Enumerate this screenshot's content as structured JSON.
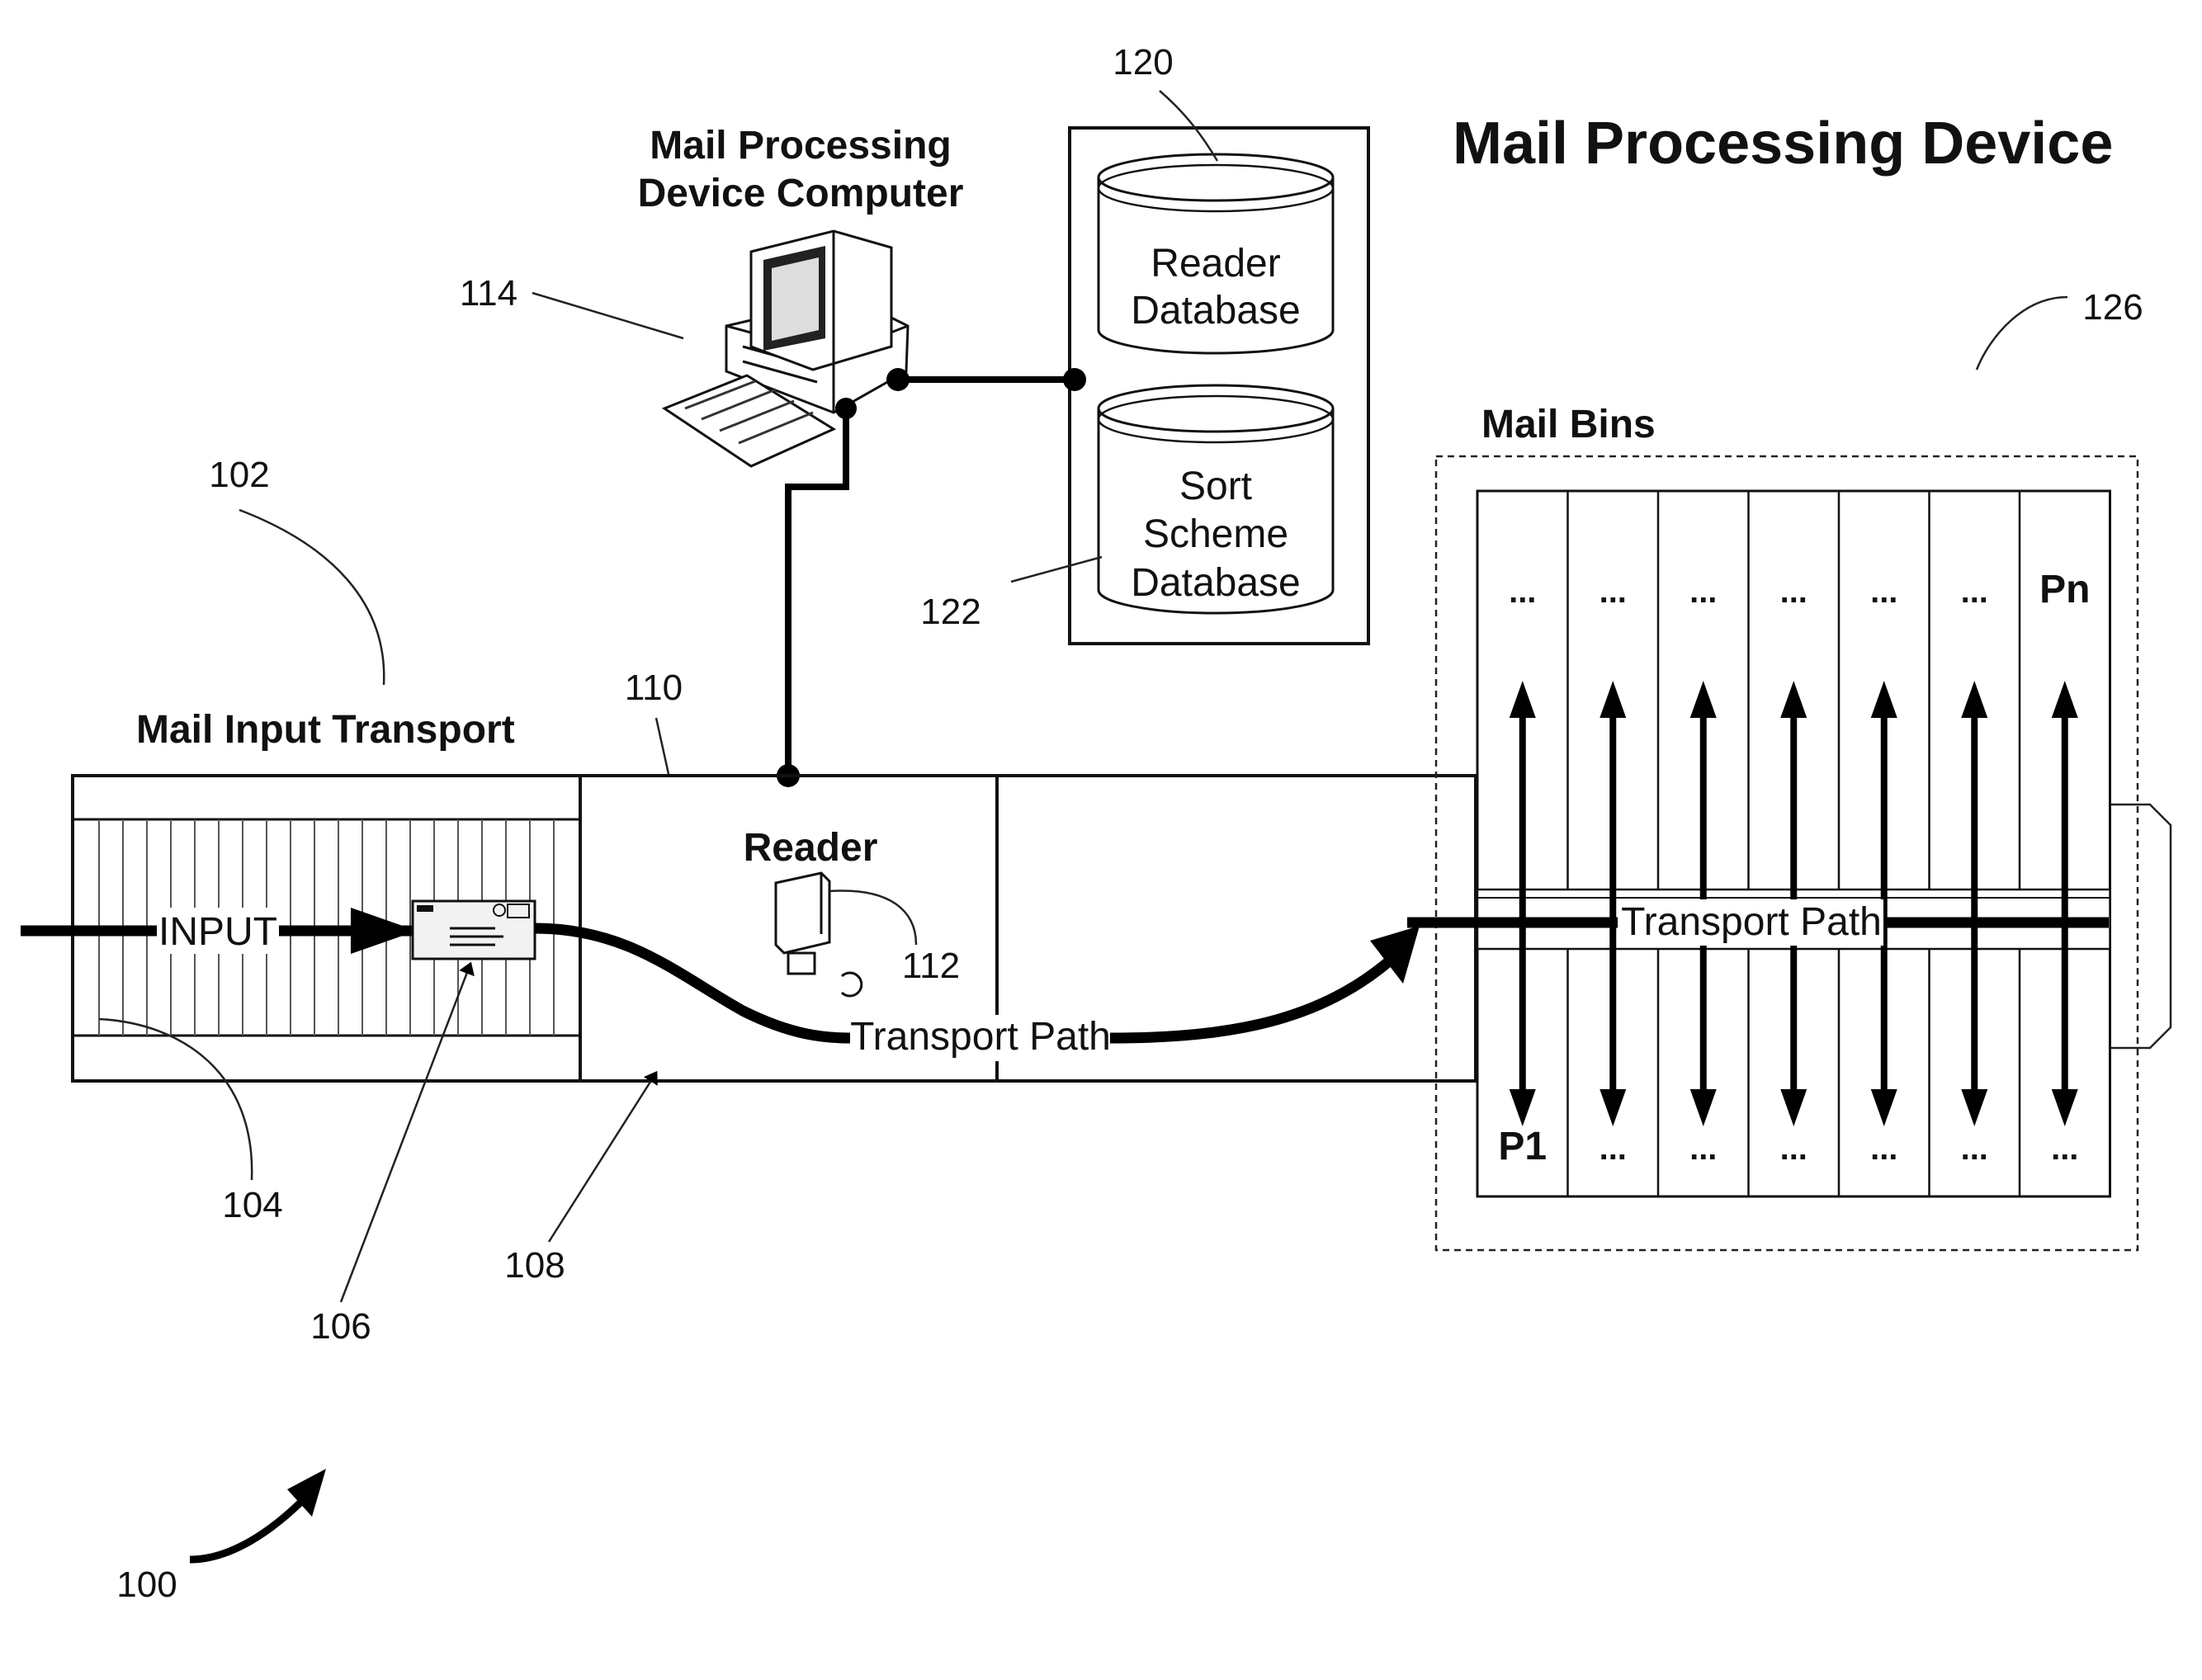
{
  "title": "Mail Processing Device",
  "labels": {
    "computer_line1": "Mail Processing",
    "computer_line2": "Device Computer",
    "reader_db_line1": "Reader",
    "reader_db_line2": "Database",
    "sort_db_line1": "Sort",
    "sort_db_line2": "Scheme",
    "sort_db_line3": "Database",
    "mail_input_transport": "Mail Input Transport",
    "input": "INPUT",
    "reader": "Reader",
    "transport_path_1": "Transport Path",
    "transport_path_2": "Transport Path",
    "mail_bins": "Mail Bins",
    "bin_first": "P1",
    "bin_last": "Pn",
    "ellipsis": "..."
  },
  "refs": {
    "r100": "100",
    "r102": "102",
    "r104": "104",
    "r106": "106",
    "r108": "108",
    "r110": "110",
    "r112": "112",
    "r114": "114",
    "r120": "120",
    "r122": "122",
    "r126": "126"
  },
  "colors": {
    "line": "#000000",
    "background": "#ffffff",
    "envelope": "#f2f2f2"
  }
}
